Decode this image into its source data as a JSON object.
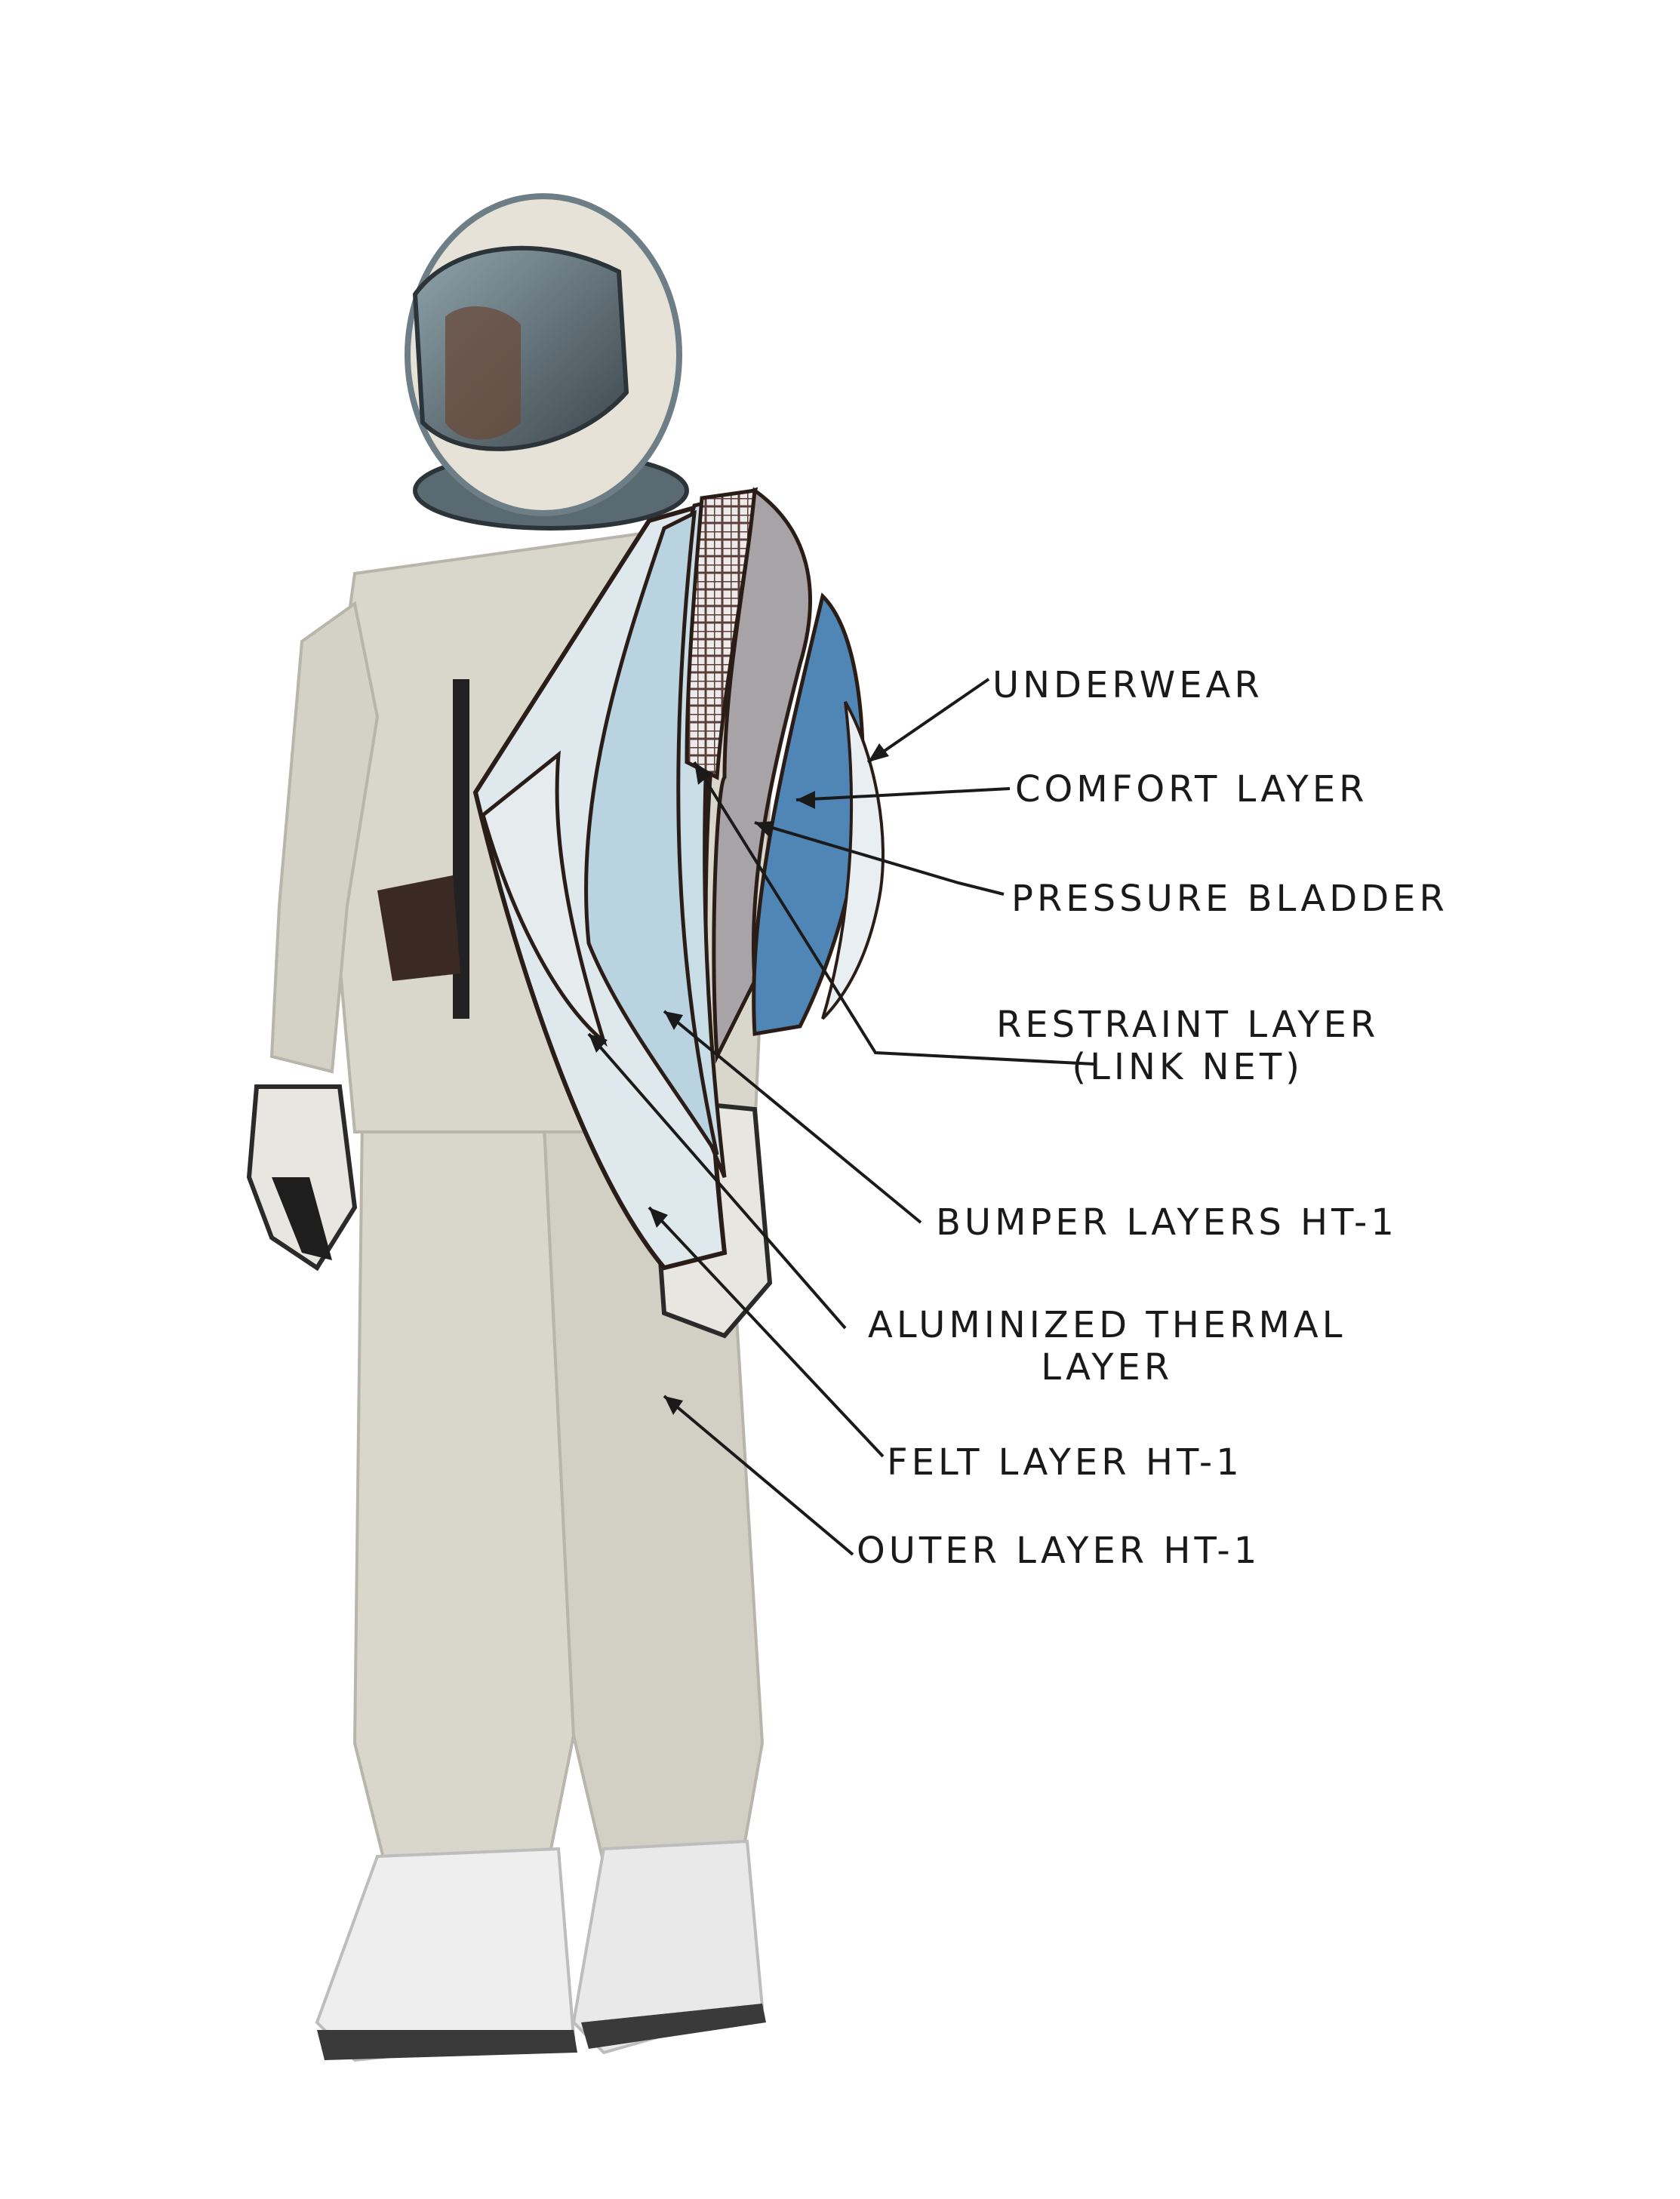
{
  "labels": {
    "underwear": "UNDERWEAR",
    "comfort": "COMFORT LAYER",
    "bladder": "PRESSURE BLADDER",
    "restraint_1": "RESTRAINT LAYER",
    "restraint_2": "(LINK NET)",
    "bumper": "BUMPER LAYERS HT-1",
    "thermal_1": "ALUMINIZED THERMAL",
    "thermal_2": "LAYER",
    "felt": "FELT LAYER HT-1",
    "outer": "OUTER LAYER HT-1"
  },
  "colors": {
    "suit": "#d9d6cc",
    "suit_shadow": "#b9b5aa",
    "outer_layer": "#dfe8ec",
    "felt_layer": "#c9dde7",
    "bumper_layer": "#b9d3e0",
    "thermal_layer": "#e6ebee",
    "restraint_layer": "#c7c3c4",
    "bladder": "#a8a3a6",
    "comfort": "#4f86b6",
    "underwear": "#e8eef2",
    "helmet": "#6d7e86",
    "visor": "#4c5a60",
    "boots": "#eeeeee",
    "outline": "#2a1c16"
  }
}
